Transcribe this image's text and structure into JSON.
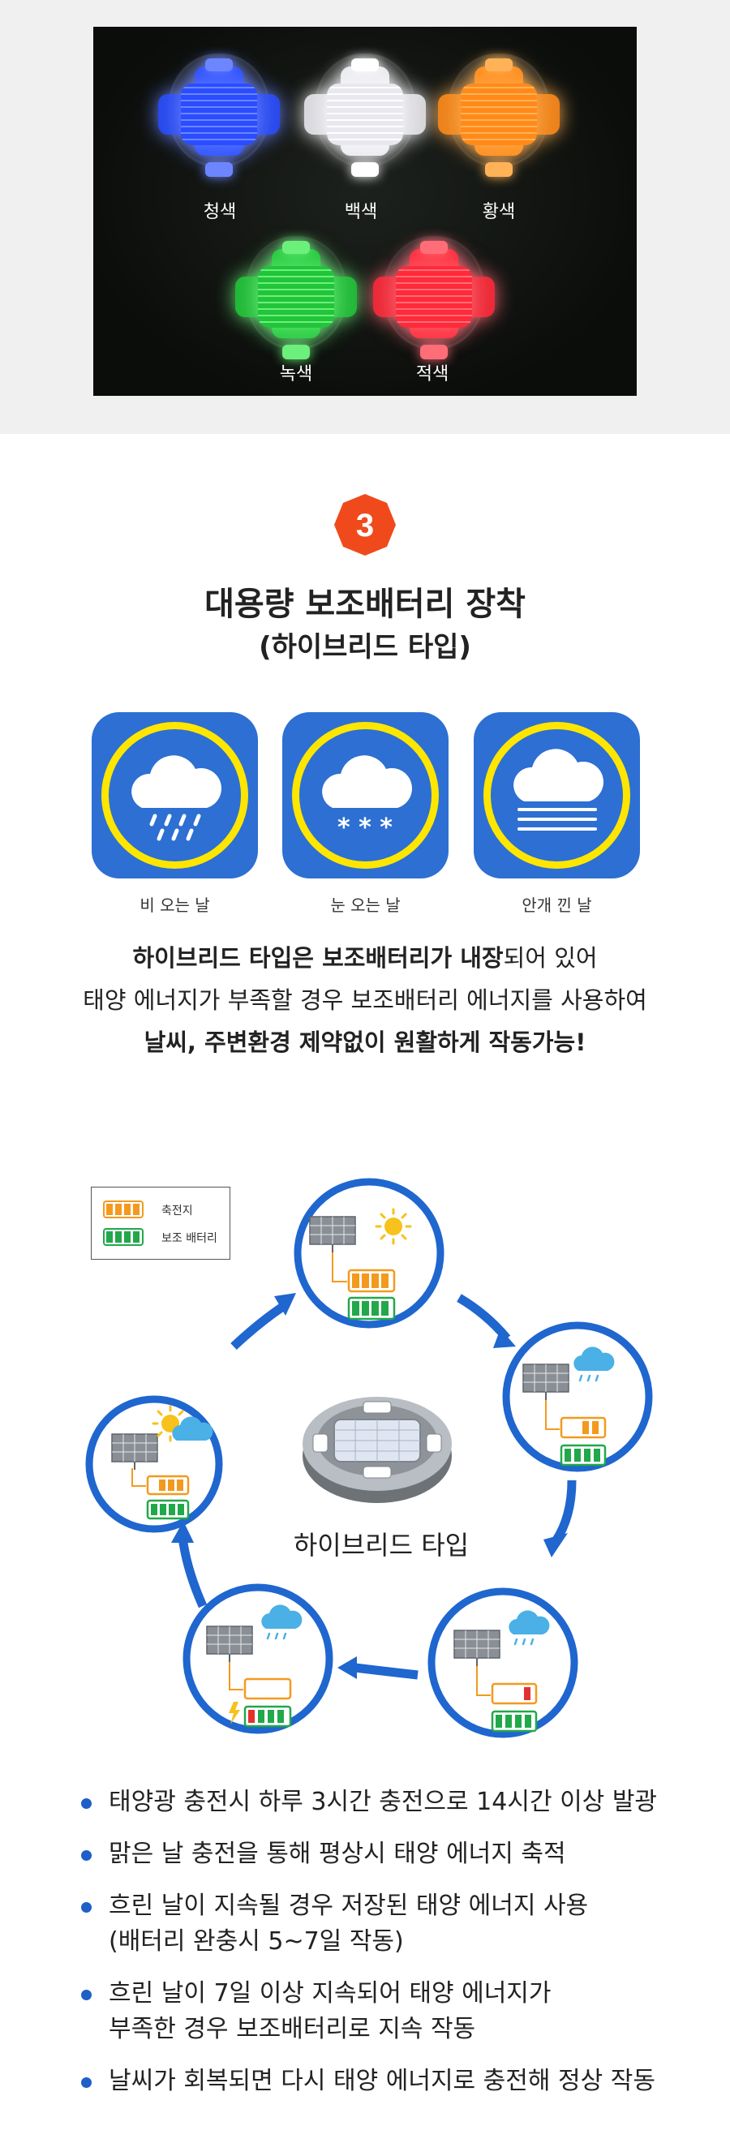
{
  "photo": {
    "lamps": [
      {
        "name": "lamp-blue",
        "label": "청색",
        "color": "#2a4dff",
        "glow": "#6d86ff"
      },
      {
        "name": "lamp-white",
        "label": "백색",
        "color": "#e8e8ee",
        "glow": "#ffffff"
      },
      {
        "name": "lamp-yellow",
        "label": "황색",
        "color": "#ff8a1a",
        "glow": "#ffb257"
      },
      {
        "name": "lamp-green",
        "label": "녹색",
        "color": "#22c43a",
        "glow": "#6cf07c"
      },
      {
        "name": "lamp-red",
        "label": "적색",
        "color": "#ff2a3a",
        "glow": "#ff6d78"
      }
    ]
  },
  "section": {
    "number": "3",
    "badge_color": "#f04a1c",
    "title": "대용량 보조배터리 장착",
    "subtitle": "(하이브리드 타입)"
  },
  "weather": [
    {
      "icon": "rain-cloud-icon",
      "label": "비 오는 날"
    },
    {
      "icon": "snow-cloud-icon",
      "label": "눈 오는 날"
    },
    {
      "icon": "fog-icon",
      "label": "안개 낀 날"
    }
  ],
  "description": {
    "line1_bold": "하이브리드 타입은 보조배터리가 내장",
    "line1_rest": "되어 있어",
    "line2": "태양 에너지가 부족할 경우 보조배터리 에너지를 사용하여",
    "line3": "날씨, 주변환경 제약없이 원활하게 작동가능!"
  },
  "diagram": {
    "legend": {
      "main_battery": "축전지",
      "aux_battery": "보조 배터리"
    },
    "center_label": "하이브리드 타입",
    "colors": {
      "ring": "#1f66cf",
      "main_battery": "#f39a1e",
      "aux_battery": "#22a84a",
      "low_cell": "#e53030",
      "sun": "#f6c21b",
      "cloud": "#4ab0e6"
    }
  },
  "bullets": [
    "태양광 충전시 하루 3시간 충전으로 14시간 이상 발광",
    "맑은 날 충전을 통해 평상시 태양 에너지 축적",
    "흐린 날이 지속될 경우 저장된 태양 에너지 사용",
    "(배터리 완충시 5~7일 작동)",
    "흐린 날이 7일 이상 지속되어  태양 에너지가",
    "부족한 경우 보조배터리로 지속 작동",
    "날씨가 회복되면 다시 태양 에너지로 충전해 정상 작동"
  ]
}
